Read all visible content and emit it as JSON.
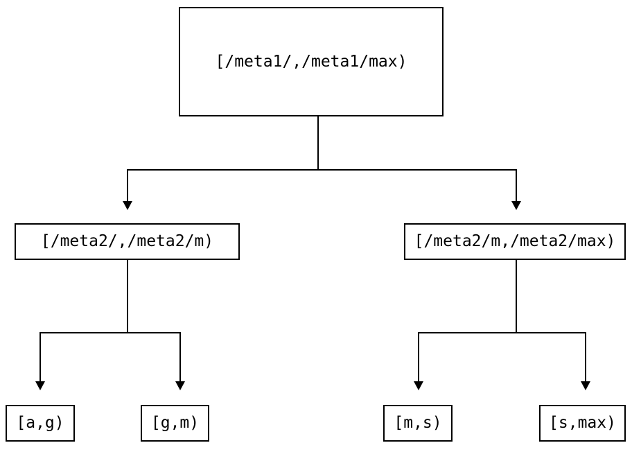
{
  "diagram": {
    "type": "tree",
    "title": "",
    "orientation": "top-down",
    "line_color": "#000000",
    "box_border_color": "#000000",
    "box_fill_color": "#ffffff",
    "background_color": "#ffffff",
    "nodes": {
      "root": {
        "label": "[/meta1/,/meta1/max)"
      },
      "level2": [
        {
          "label": "[/meta2/,/meta2/m)"
        },
        {
          "label": "[/meta2/m,/meta2/max)"
        }
      ],
      "leaves": [
        {
          "label": "[a,g)"
        },
        {
          "label": "[g,m)"
        },
        {
          "label": "[m,s)"
        },
        {
          "label": "[s,max)"
        }
      ]
    },
    "edges": [
      {
        "from": "[/meta1/,/meta1/max)",
        "to": "[/meta2/,/meta2/m)"
      },
      {
        "from": "[/meta1/,/meta1/max)",
        "to": "[/meta2/m,/meta2/max)"
      },
      {
        "from": "[/meta2/,/meta2/m)",
        "to": "[a,g)"
      },
      {
        "from": "[/meta2/,/meta2/m)",
        "to": "[g,m)"
      },
      {
        "from": "[/meta2/m,/meta2/max)",
        "to": "[m,s)"
      },
      {
        "from": "[/meta2/m,/meta2/max)",
        "to": "[s,max)"
      }
    ]
  }
}
